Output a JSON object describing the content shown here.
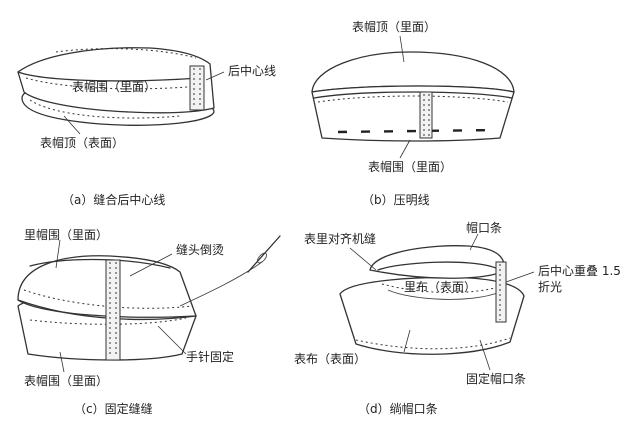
{
  "panel_a": {
    "label_center_back_seam": "后中心线",
    "label_outer_band_inner": "表帽围（里面）",
    "label_outer_crown_outer": "表帽顶（表面）",
    "caption": "（a）缝合后中心线"
  },
  "panel_b": {
    "label_outer_crown_inner": "表帽顶（里面）",
    "label_outer_band_inner": "表帽围（里面）",
    "caption": "（b）压明线"
  },
  "panel_c": {
    "label_lining_band_inner": "里帽围（里面）",
    "label_press_seam_allowance": "缝头倒烫",
    "label_hand_stitch": "手针固定",
    "label_outer_band_inner": "表帽围（里面）",
    "caption": "（c）固定缝缝"
  },
  "panel_d": {
    "label_align_seams": "表里对齐机缝",
    "label_brim_strip": "帽口条",
    "label_cb_overlap_line1": "后中心重叠 1.5",
    "label_cb_overlap_line2": "折光",
    "label_lining_outer": "里布（表面）",
    "label_outer_fabric": "表布（表面）",
    "label_fix_brim_strip": "固定帽口条",
    "caption": "（d）绱帽口条"
  }
}
